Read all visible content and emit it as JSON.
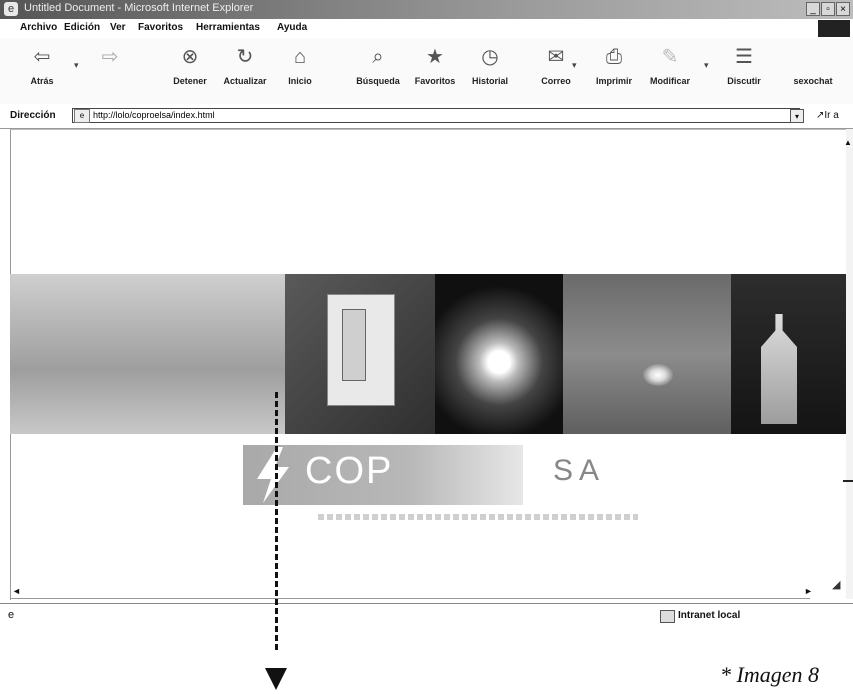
{
  "window": {
    "title": "Untitled Document - Microsoft Internet Explorer",
    "minimize_glyph": "_",
    "maximize_glyph": "▫",
    "close_glyph": "×"
  },
  "menu": [
    "Archivo",
    "Edición",
    "Ver",
    "Favoritos",
    "Herramientas",
    "Ayuda"
  ],
  "toolbar": [
    {
      "label": "Atrás",
      "icon": "back-arrow-icon",
      "glyph": "⇦"
    },
    {
      "label": "Detener",
      "icon": "stop-icon",
      "glyph": "⊗"
    },
    {
      "label": "Actualizar",
      "icon": "refresh-icon",
      "glyph": "↻"
    },
    {
      "label": "Inicio",
      "icon": "home-icon",
      "glyph": "⌂"
    },
    {
      "label": "Búsqueda",
      "icon": "search-icon",
      "glyph": "⌕"
    },
    {
      "label": "Favoritos",
      "icon": "favorites-icon",
      "glyph": "★"
    },
    {
      "label": "Historial",
      "icon": "history-icon",
      "glyph": "◷"
    },
    {
      "label": "Correo",
      "icon": "mail-icon",
      "glyph": "✉"
    },
    {
      "label": "Imprimir",
      "icon": "print-icon",
      "glyph": "⎙"
    },
    {
      "label": "Modificar",
      "icon": "edit-icon",
      "glyph": "✎"
    },
    {
      "label": "Discutir",
      "icon": "discuss-icon",
      "glyph": "☰"
    },
    {
      "label": "sexochat",
      "icon": "",
      "glyph": ""
    }
  ],
  "forward_glyph": "⇨",
  "dropdown_glyph": "▾",
  "address": {
    "label": "Dirección",
    "value": "http://lolo/coproelsa/index.html",
    "page_glyph": "e",
    "go_label": "Ir a"
  },
  "scroll": {
    "up_glyph": "▲",
    "left_glyph": "◄",
    "right_glyph": "►",
    "grip_glyph": "◢"
  },
  "logo": {
    "text": "COP",
    "suffix": "SA"
  },
  "status": {
    "page_glyph": "e",
    "zone": "Intranet local"
  },
  "caption": "* Imagen 8"
}
